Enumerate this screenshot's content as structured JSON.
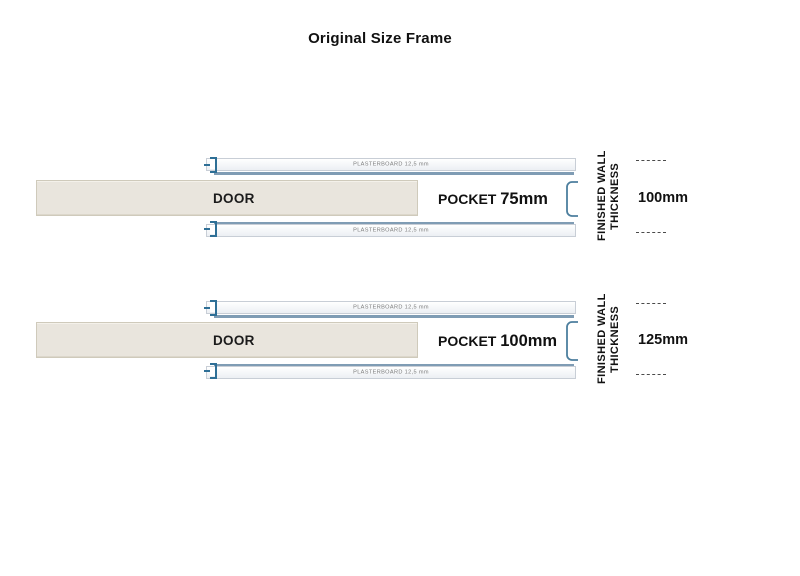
{
  "title": "Original Size Frame",
  "labels": {
    "door": "DOOR",
    "plasterboard": "PLASTERBOARD 12,5 mm",
    "wall_thickness": "FINISHED WALL\nTHICKNESS",
    "wall_thickness_line1": "FINISHED WALL",
    "wall_thickness_line2": "THICKNESS",
    "pocket_word": "POCKET"
  },
  "colors": {
    "door_fill": "#e9e5dd",
    "door_border": "#cfcabb",
    "board_fill": "#f4f6f9",
    "board_border": "#c8ced6",
    "bracket_blue": "#2e6f96",
    "pocket_edge": "#7f9cb4",
    "text": "#111111",
    "board_text": "#7d7d7d",
    "background": "#ffffff"
  },
  "assemblies": [
    {
      "id": "assembly-75",
      "door_label": "DOOR",
      "pocket_word": "POCKET",
      "pocket_size": "75mm",
      "pocket_label": "POCKET  75mm",
      "plasterboard_top": "PLASTERBOARD 12,5 mm",
      "plasterboard_bottom": "PLASTERBOARD 12,5 mm",
      "wall_thickness_label_line1": "FINISHED WALL",
      "wall_thickness_label_line2": "THICKNESS",
      "wall_thickness_value": "100mm"
    },
    {
      "id": "assembly-100",
      "door_label": "DOOR",
      "pocket_word": "POCKET",
      "pocket_size": "100mm",
      "pocket_label": "POCKET  100mm",
      "plasterboard_top": "PLASTERBOARD 12,5 mm",
      "plasterboard_bottom": "PLASTERBOARD 12,5 mm",
      "wall_thickness_label_line1": "FINISHED WALL",
      "wall_thickness_label_line2": "THICKNESS",
      "wall_thickness_value": "125mm"
    }
  ]
}
